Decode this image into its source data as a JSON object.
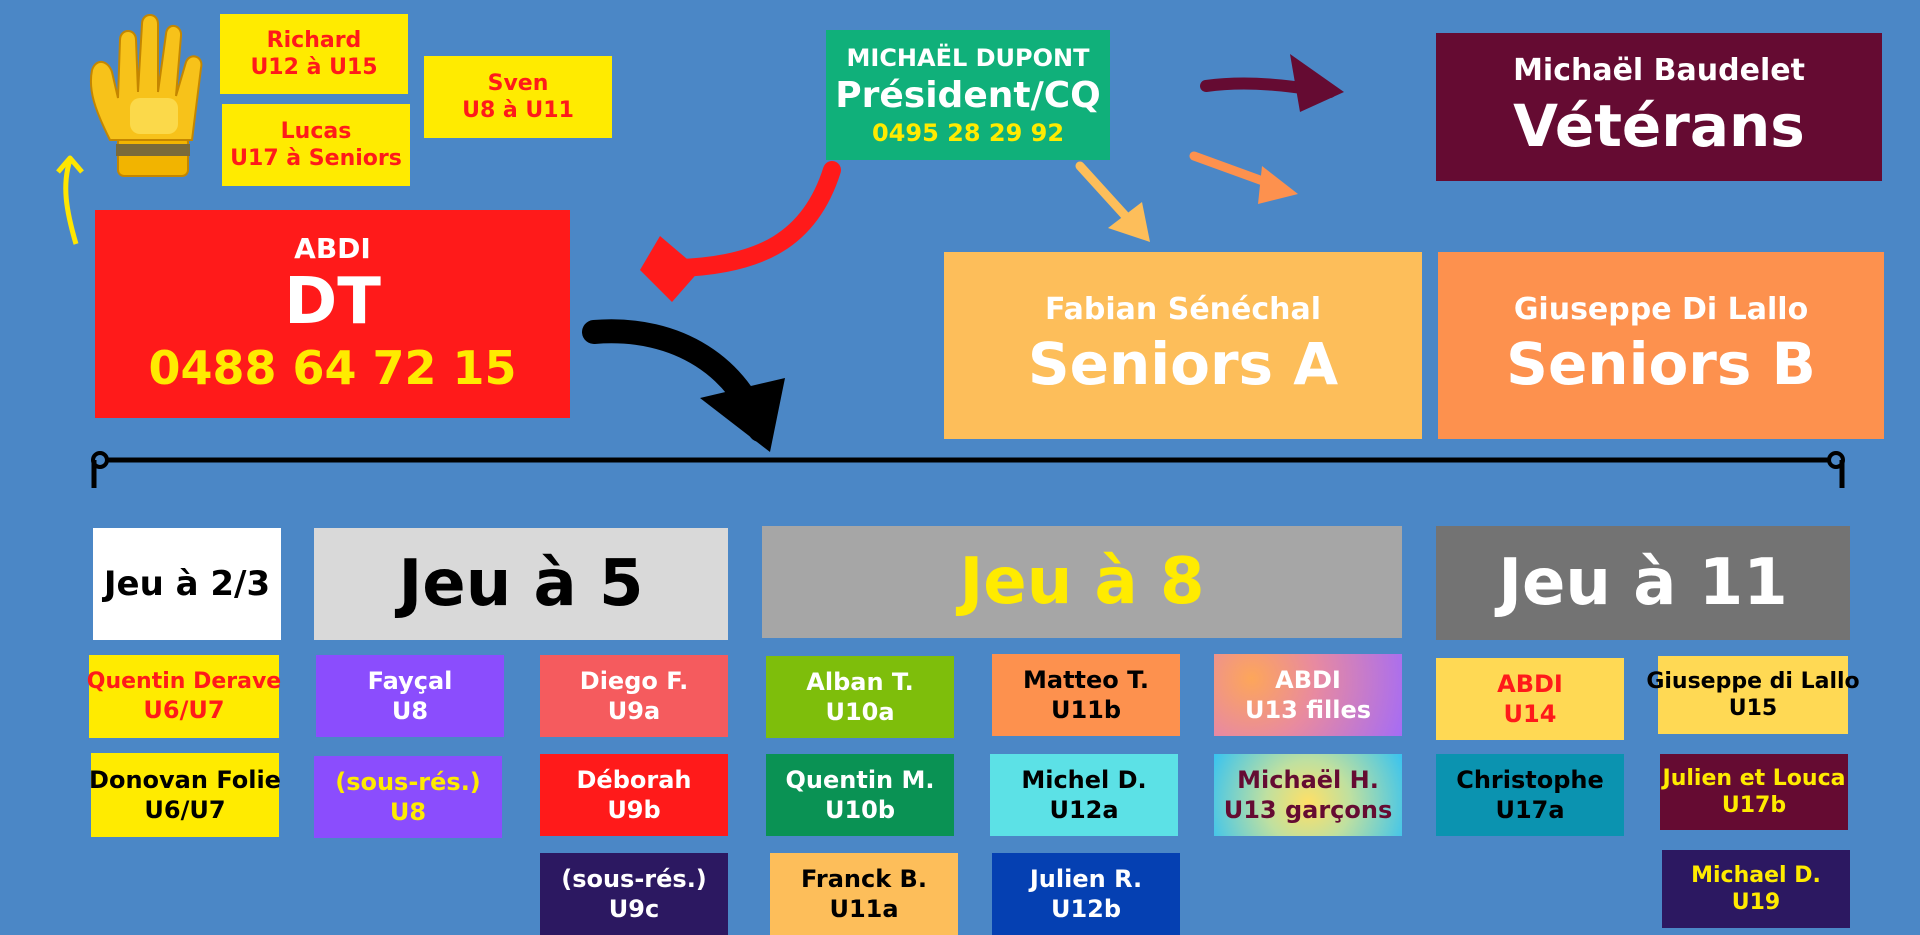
{
  "colors": {
    "background": "#4b87c6",
    "red": "#ff1a1a",
    "yellow": "#ffeb00",
    "green": "#10b07a",
    "wine": "#650b32",
    "light_orange": "#fdbe5a",
    "orange": "#fd914e",
    "purple": "#8b4dfd",
    "coral": "#f55b5e",
    "indigo": "#2c1861",
    "lime": "#7ebe0b",
    "teal_green": "#0a9254",
    "cyan": "#5ce1e6",
    "navy": "#0540b2",
    "petrol": "#0b93b0"
  },
  "icons": [
    "goalkeeper-glove-icon",
    "arrow-icon"
  ],
  "keepers": {
    "richard": {
      "name": "Richard",
      "range": "U12 à U15"
    },
    "lucas": {
      "name": "Lucas",
      "range": "U17 à Seniors"
    },
    "sven": {
      "name": "Sven",
      "range": "U8 à U11"
    }
  },
  "president": {
    "name": "MICHAËL DUPONT",
    "role": "Président/CQ",
    "phone": "0495 28 29 92"
  },
  "dt": {
    "name": "ABDI",
    "role": "DT",
    "phone": "0488 64 72 15"
  },
  "veterans": {
    "name": "Michaël Baudelet",
    "team": "Vétérans"
  },
  "seniors_a": {
    "name": "Fabian Sénéchal",
    "team": "Seniors A"
  },
  "seniors_b": {
    "name": "Giuseppe Di Lallo",
    "team": "Seniors B"
  },
  "categories": {
    "jeu23": "Jeu à 2/3",
    "jeu5": "Jeu à 5",
    "jeu8": "Jeu à 8",
    "jeu11": "Jeu à 11"
  },
  "teams": {
    "u6_quentin": {
      "coach": "Quentin Derave",
      "team": "U6/U7"
    },
    "u6_donovan": {
      "coach": "Donovan Folie",
      "team": "U6/U7"
    },
    "u8_faycal": {
      "coach": "Fayçal",
      "team": "U8"
    },
    "u8_sous": {
      "coach": "(sous-rés.)",
      "team": "U8"
    },
    "u9a": {
      "coach": "Diego F.",
      "team": "U9a"
    },
    "u9b": {
      "coach": "Déborah",
      "team": "U9b"
    },
    "u9c": {
      "coach": "(sous-rés.)",
      "team": "U9c"
    },
    "u10a": {
      "coach": "Alban T.",
      "team": "U10a"
    },
    "u10b": {
      "coach": "Quentin M.",
      "team": "U10b"
    },
    "u11a": {
      "coach": "Franck B.",
      "team": "U11a"
    },
    "u11b": {
      "coach": "Matteo T.",
      "team": "U11b"
    },
    "u12a": {
      "coach": "Michel D.",
      "team": "U12a"
    },
    "u12b": {
      "coach": "Julien R.",
      "team": "U12b"
    },
    "u13f": {
      "coach": "ABDI",
      "team": "U13 filles"
    },
    "u13g": {
      "coach": "Michaël H.",
      "team": "U13 garçons"
    },
    "u14": {
      "coach": "ABDI",
      "team": "U14"
    },
    "u17a": {
      "coach": "Christophe",
      "team": "U17a"
    },
    "u15": {
      "coach": "Giuseppe di Lallo",
      "team": "U15"
    },
    "u17b": {
      "coach": "Julien et Louca",
      "team": "U17b"
    },
    "u19": {
      "coach": "Michael D.",
      "team": "U19"
    }
  }
}
